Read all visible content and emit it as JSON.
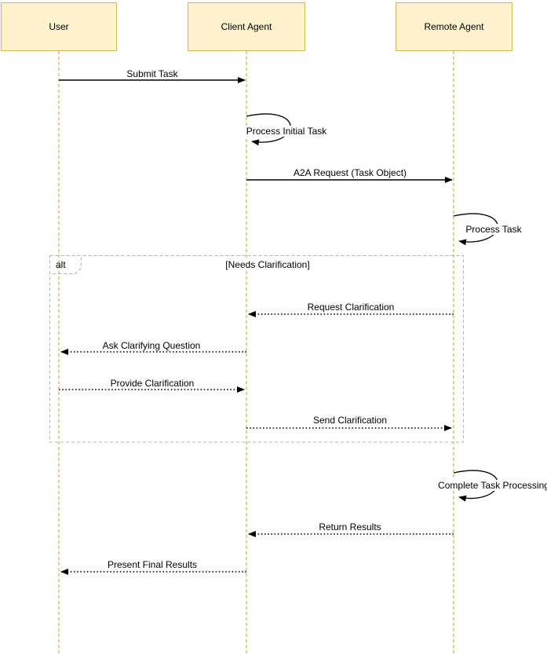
{
  "diagram": {
    "type": "uml-sequence",
    "participants": [
      {
        "name": "User"
      },
      {
        "name": "Client Agent"
      },
      {
        "name": "Remote Agent"
      }
    ],
    "messages": [
      {
        "from": "User",
        "to": "Client Agent",
        "label": "Submit Task",
        "line": "solid"
      },
      {
        "from": "Client Agent",
        "to": "Client Agent",
        "label": "Process Initial Task",
        "line": "self-loop"
      },
      {
        "from": "Client Agent",
        "to": "Remote Agent",
        "label": "A2A Request (Task Object)",
        "line": "solid"
      },
      {
        "from": "Remote Agent",
        "to": "Remote Agent",
        "label": "Process Task",
        "line": "self-loop"
      },
      {
        "from": "Remote Agent",
        "to": "Client Agent",
        "label": "Request Clarification",
        "line": "dotted"
      },
      {
        "from": "Client Agent",
        "to": "User",
        "label": "Ask Clarifying Question",
        "line": "dotted"
      },
      {
        "from": "User",
        "to": "Client Agent",
        "label": "Provide Clarification",
        "line": "dotted"
      },
      {
        "from": "Client Agent",
        "to": "Remote Agent",
        "label": "Send Clarification",
        "line": "dotted"
      },
      {
        "from": "Remote Agent",
        "to": "Remote Agent",
        "label": "Complete Task Processing",
        "line": "self-loop"
      },
      {
        "from": "Remote Agent",
        "to": "Client Agent",
        "label": "Return Results",
        "line": "dotted"
      },
      {
        "from": "Client Agent",
        "to": "User",
        "label": "Present Final Results",
        "line": "dotted"
      }
    ],
    "fragment": {
      "operator": "alt",
      "condition": "[Needs Clarification]",
      "contains": [
        "Request Clarification",
        "Ask Clarifying Question",
        "Provide Clarification",
        "Send Clarification"
      ]
    },
    "colors": {
      "participant_fill": "#FFF2CC",
      "participant_border": "#D6B656",
      "lifeline": "#D6B656",
      "message_line": "#000000",
      "fragment_border": "#B3B3B3",
      "background": "#FFFFFF"
    }
  }
}
